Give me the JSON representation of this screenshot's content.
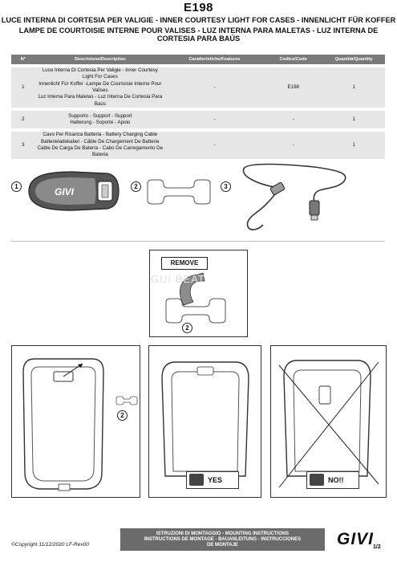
{
  "header": {
    "code": "E198",
    "title_line1": "LUCE INTERNA DI CORTESIA PER VALIGIE - INNER COURTESY LIGHT FOR CASES - INNENLICHT FÜR KOFFER",
    "title_line2": "LAMPE DE COURTOISIE INTERNE POUR VALISES - LUZ INTERNA PARA MALETAS - LUZ INTERNA DE CORTESIA PARA BAÚS"
  },
  "table": {
    "columns": [
      "N°",
      "Descrizione/Description",
      "Caratteristiche/Features",
      "Codice/Code",
      "Quantità/Quantity"
    ],
    "rows": [
      {
        "no": "1",
        "description": "Luce Interna Di Cortesia Per Valigie - Inner Courtesy Light For Cases\nInnenlicht Für Koffer -Lampe De Courtoisie Interne Pour Valises\nLuz Interna Para Maletas - Luz Interna De Cortesia Para Baús",
        "features": "-",
        "code": "E198",
        "qty": "1"
      },
      {
        "no": "2",
        "description": "Supporto - Support - Support\nHalterung - Soporte - Apoio",
        "features": "-",
        "code": "-",
        "qty": "1"
      },
      {
        "no": "3",
        "description": "Cavo Per Ricarica Batteria - Battery Charging Cable\nBatterieladekabel - Câble De Chargement De Batterie\nCable De Carga De Batería - Cabo De Carregamento De Bateria",
        "features": "-",
        "code": "-",
        "qty": "1"
      }
    ]
  },
  "parts": {
    "labels": [
      "1",
      "2",
      "3"
    ],
    "light_logo": "GIVI"
  },
  "remove_panel": {
    "label": "REMOVE",
    "callout": "2"
  },
  "watermark": "GUI  BEAT",
  "step_panels": {
    "callout": "2",
    "yes_label": "YES",
    "no_label": "NO!!"
  },
  "footer": {
    "copyright": "©Copyright 11/12/2020 LF-Rev00",
    "line1": "ISTRUZIONI DI MONTAGGIO  -  MOUNTING INSTRUCTIONS",
    "line2": "INSTRUCTIONS DE MONTAGE - BAUANLEITUNG - INSTRUCCIONES",
    "line3": "DE MONTAJE",
    "logo": "GIVI",
    "page": "1/2"
  },
  "colors": {
    "table_header": "#7a7a7a",
    "table_row": "#e6e6e6",
    "footer_bar": "#6b6b6b"
  }
}
